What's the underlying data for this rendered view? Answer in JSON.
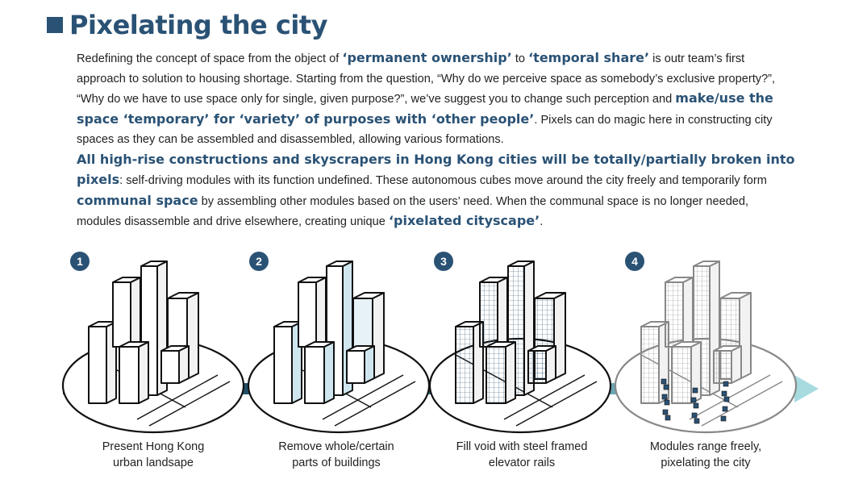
{
  "header": {
    "title": "Pixelating the city"
  },
  "intro": {
    "p1": [
      {
        "t": "Redefining the concept of space from the object of "
      },
      {
        "t": "‘permanent ownership’",
        "hl": true
      },
      {
        "t": " to "
      },
      {
        "t": "‘temporal share’",
        "hl": true
      },
      {
        "t": " is outr team’s first approach to solution to housing shortage. Starting from the question, “Why do we perceive space as somebody’s exclusive property?”, “Why do we have to use space only for single, given purpose?”, we’ve suggest you to change such perception and "
      },
      {
        "t": "make/use the space ‘temporary’ for ‘variety’ of purposes with ‘other people’",
        "hl": true
      },
      {
        "t": ". Pixels can do magic here in constructing city spaces as they can be assembled and disassembled, allowing various formations."
      }
    ],
    "p2": [
      {
        "t": "All high-rise constructions and skyscrapers in Hong Kong cities will be totally/partially broken into pixels",
        "hl": true
      },
      {
        "t": ": self-driving modules with its function undefined. These autonomous cubes move around the city freely and temporarily form "
      },
      {
        "t": "communal space",
        "hl": true
      },
      {
        "t": " by assembling other modules based on the users’ need. When the communal space is no longer needed, modules disassemble and drive elsewhere, creating unique "
      },
      {
        "t": "‘pixelated cityscape’",
        "hl": true
      },
      {
        "t": "."
      }
    ]
  },
  "steps": [
    {
      "number": "1",
      "caption_line1": "Present Hong Kong",
      "caption_line2": "urban landsape"
    },
    {
      "number": "2",
      "caption_line1": "Remove whole/certain",
      "caption_line2": "parts of buildings"
    },
    {
      "number": "3",
      "caption_line1": "Fill void with steel framed",
      "caption_line2": "elevator rails"
    },
    {
      "number": "4",
      "caption_line1": "Modules range freely,",
      "caption_line2": "pixelating the city"
    }
  ],
  "colors": {
    "accent": "#2a5275",
    "arrow_dark": "#16324a",
    "arrow_light": "#a7dbe0",
    "void_fill": "#cfe6ef",
    "module_fill": "#2a5275"
  }
}
